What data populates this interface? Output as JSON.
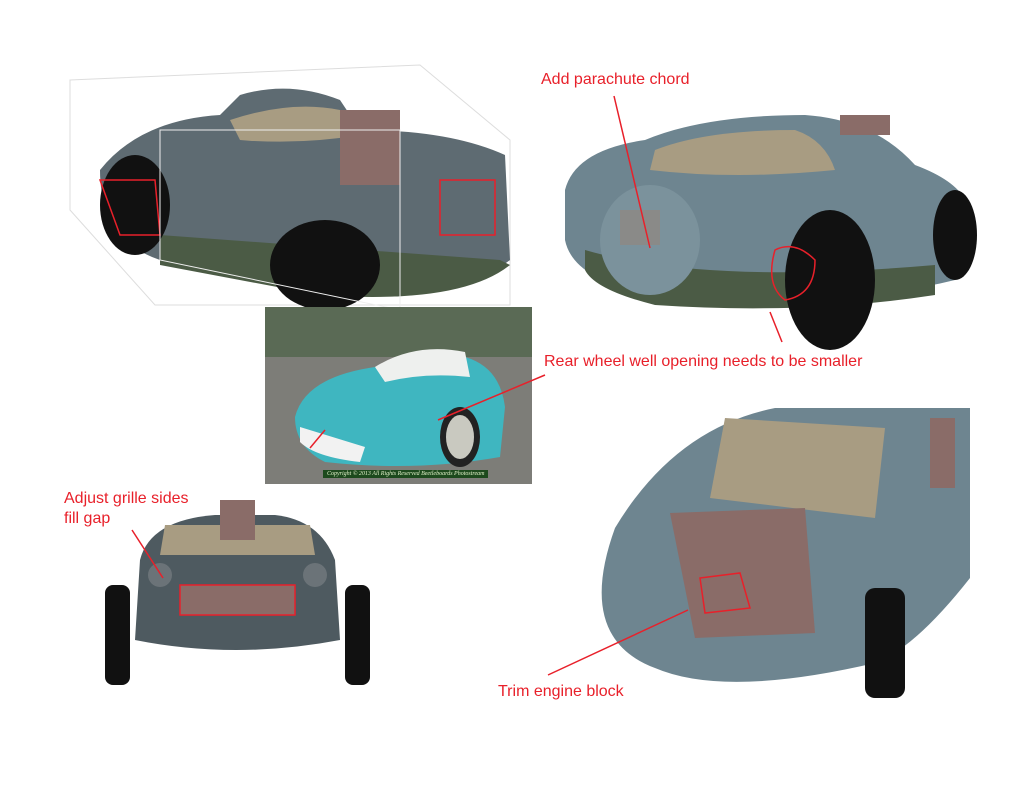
{
  "annotations": {
    "parachute": "Add parachute chord",
    "rear_wheel": "Rear wheel well opening needs to be smaller",
    "grille_line1": "Adjust grille sides",
    "grille_line2": "fill gap",
    "engine": "Trim engine block"
  },
  "photo": {
    "copyright": "Copyright © 2013 All Rights Reserved Beetleboards Photostream"
  },
  "colors": {
    "annotation": "#e8202a",
    "body_gray": "#5e6b72",
    "body_blue": "#6e8590",
    "fender_green": "#4b5b45",
    "engine_brown": "#8a6c68",
    "interior_tan": "#a89c82"
  }
}
